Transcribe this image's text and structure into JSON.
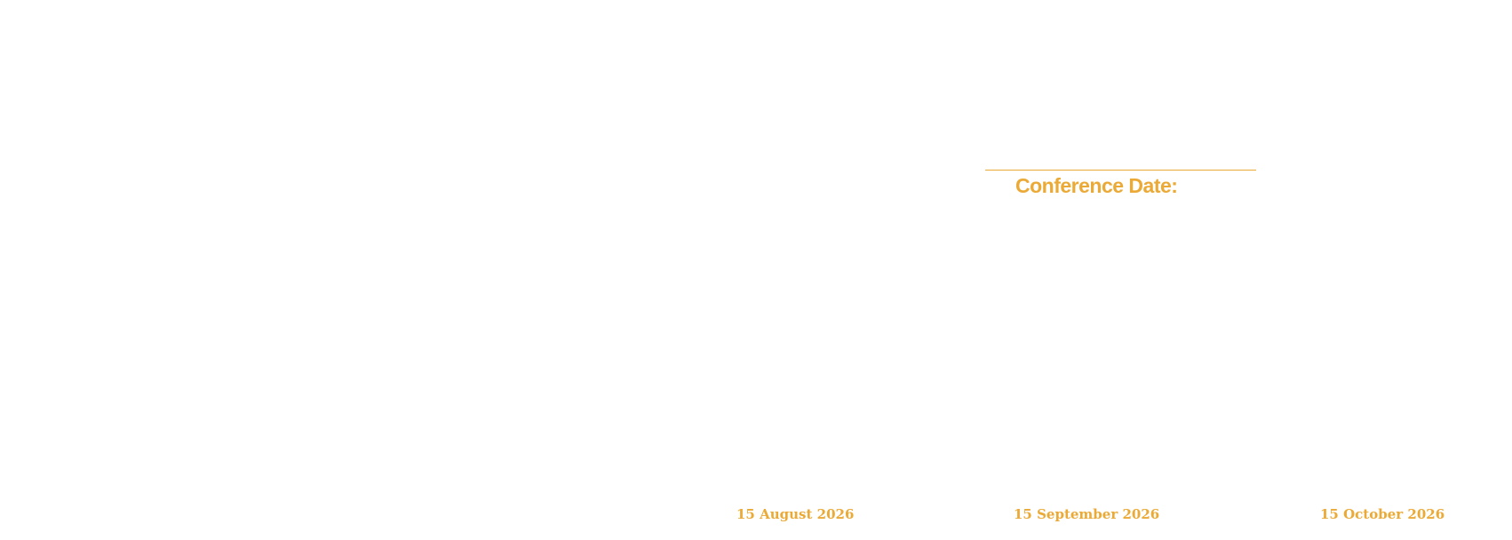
{
  "colors": {
    "accent": "#EBA936",
    "background": "#FFFFFF"
  },
  "conference": {
    "label": "Conference Date:"
  },
  "timeline": {
    "dates": [
      "15 August 2026",
      "15 September 2026",
      "15 October 2026"
    ]
  }
}
